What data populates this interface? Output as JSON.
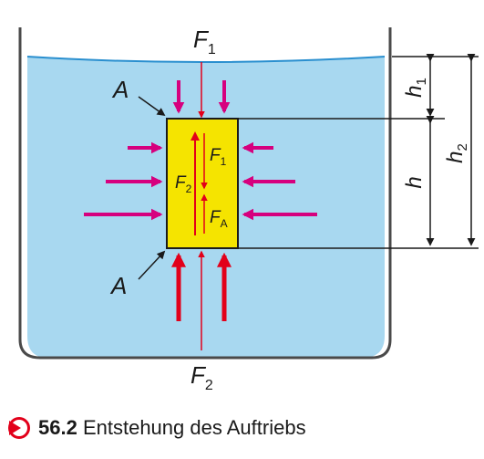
{
  "labels": {
    "F1_top": {
      "main": "F",
      "sub": "1"
    },
    "F2_bottom": {
      "main": "F",
      "sub": "2"
    },
    "A_top": "A",
    "A_bottom": "A",
    "F1_inner": {
      "main": "F",
      "sub": "1"
    },
    "F2_inner": {
      "main": "F",
      "sub": "2"
    },
    "FA_inner": {
      "main": "F",
      "sub": "A"
    },
    "h": "h",
    "h1": {
      "main": "h",
      "sub": "1"
    },
    "h2": {
      "main": "h",
      "sub": "2"
    }
  },
  "caption": {
    "number": "56.2",
    "text": "Entstehung des Auftriebs"
  },
  "colors": {
    "water": "#a8d8f0",
    "water_surface": "#2a8fcf",
    "vessel_stroke": "#4a4a4a",
    "body_fill": "#f5e400",
    "pressure_arrow": "#d6007e",
    "force_arrow": "#e2001a",
    "caption_icon": "#e2001a"
  }
}
